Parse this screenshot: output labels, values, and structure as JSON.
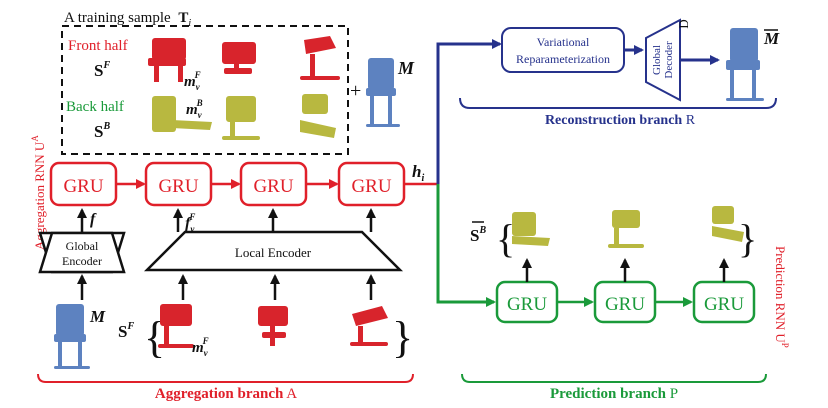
{
  "colors": {
    "red": "#e0202a",
    "green": "#1a9a3a",
    "navy": "#26328c",
    "chair_blue": "#5d82c0",
    "chair_red": "#d8242c",
    "chair_yellow": "#b8b840",
    "text": "#111111"
  },
  "training_sample": {
    "title": "A training sample",
    "symbol": "T",
    "subscript": "i",
    "front_half_label": "Front half",
    "front_symbol": "S",
    "front_sup": "F",
    "back_half_label": "Back half",
    "back_symbol": "S",
    "back_sup": "B",
    "m_symbol": "m",
    "m_sub": "v",
    "plus": "+",
    "model_symbol": "M"
  },
  "aggregation_rnn": {
    "label": "Aggregation RNN U",
    "sup": "A",
    "gru_labels": [
      "GRU",
      "GRU",
      "GRU",
      "GRU"
    ],
    "hidden_symbol": "h",
    "hidden_sub": "i"
  },
  "encoders": {
    "global_line1": "Global",
    "global_line2": "Encoder",
    "local": "Local Encoder",
    "f_symbol": "f",
    "fv_symbol": "f",
    "fv_sub": "v",
    "fv_sup": "F"
  },
  "reconstruction": {
    "variational_line1": "Variational",
    "variational_line2": "Reparameterization",
    "decoder_line1": "Global",
    "decoder_line2": "Decoder",
    "decoder_letter": "D",
    "output_symbol": "M",
    "branch_label": "Reconstruction branch",
    "branch_letter": "R"
  },
  "prediction": {
    "rnn_label": "Prediction RNN U",
    "sup": "P",
    "gru_labels": [
      "GRU",
      "GRU",
      "GRU"
    ],
    "output_symbol": "S",
    "output_sup": "B",
    "branch_label": "Prediction branch",
    "branch_letter": "P"
  },
  "aggregation_branch": {
    "label": "Aggregation branch",
    "letter": "A"
  },
  "input": {
    "model_symbol": "M",
    "s_symbol": "S",
    "s_sup": "F",
    "m_symbol": "m",
    "m_sub": "v",
    "m_sup": "F"
  }
}
